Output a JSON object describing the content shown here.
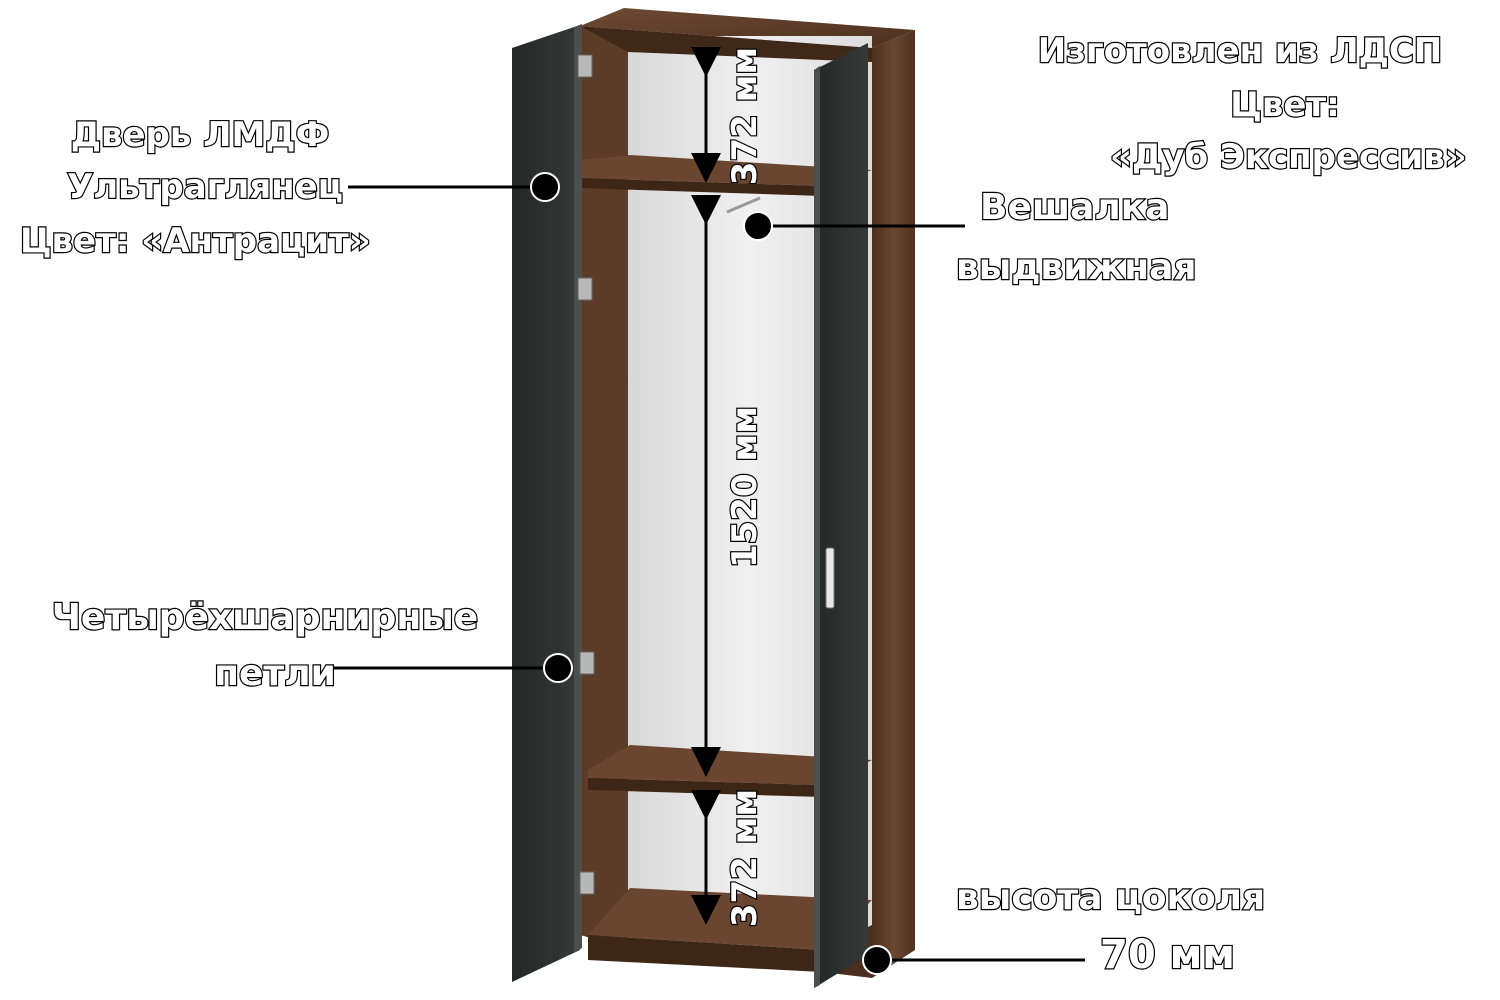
{
  "labels": {
    "material": {
      "line1": "Изготовлен из ЛДСП",
      "line2": "Цвет:",
      "line3": "«Дуб Экспрессив»"
    },
    "door": {
      "line1": "Дверь ЛМДФ",
      "line2": "Ультраглянец",
      "line3": "Цвет: «Антрацит»"
    },
    "hanger": {
      "line1": "Вешалка",
      "line2": "выдвижная"
    },
    "hinges": {
      "line1": "Четырёхшарнирные",
      "line2": "петли"
    },
    "plinth": {
      "line1": "высота цоколя",
      "line2": "70 мм"
    }
  },
  "dimensions": {
    "top": "372 мм",
    "middle": "1520 мм",
    "bottom": "372 мм"
  },
  "colors": {
    "carcass": "#5a3a26",
    "carcass_dark": "#3e2617",
    "door": "#2c302e",
    "interior": "#e6e6e6"
  }
}
